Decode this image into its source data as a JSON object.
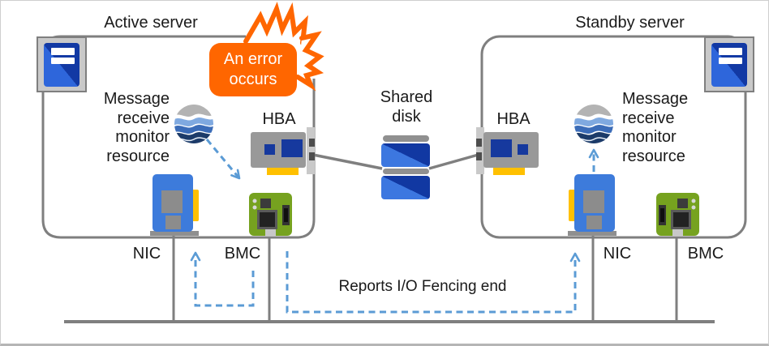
{
  "labels": {
    "active_server_title": "Active server",
    "standby_server_title": "Standby server",
    "monitor_lines": [
      "Message",
      "receive",
      "monitor",
      "resource"
    ],
    "hba": "HBA",
    "nic": "NIC",
    "bmc": "BMC",
    "shared_disk_lines": [
      "Shared",
      "disk"
    ],
    "error_callout_lines": [
      "An error",
      "occurs"
    ],
    "report_arrow_label": "Reports I/O Fencing end"
  },
  "icons": {
    "server": "server-tower-icon",
    "monitor_resource": "globe-wave-icon",
    "nic": "nic-card-icon",
    "bmc": "bmc-board-icon",
    "hba": "hba-card-icon",
    "shared_disk": "disk-stack-icon",
    "error": "error-burst-icon"
  },
  "colors": {
    "error_orange": "#FF6600",
    "dashed_arrow_blue": "#5B9BD5",
    "line_gray": "#7F7F7F",
    "server_blue": "#1F49B0",
    "nic_blue": "#3D7BDB",
    "bmc_green": "#76A21F",
    "hba_gray": "#999999",
    "accent_yellow": "#FFC000",
    "disk_blue": "#2057C0",
    "text_black": "#1A1A1A"
  }
}
